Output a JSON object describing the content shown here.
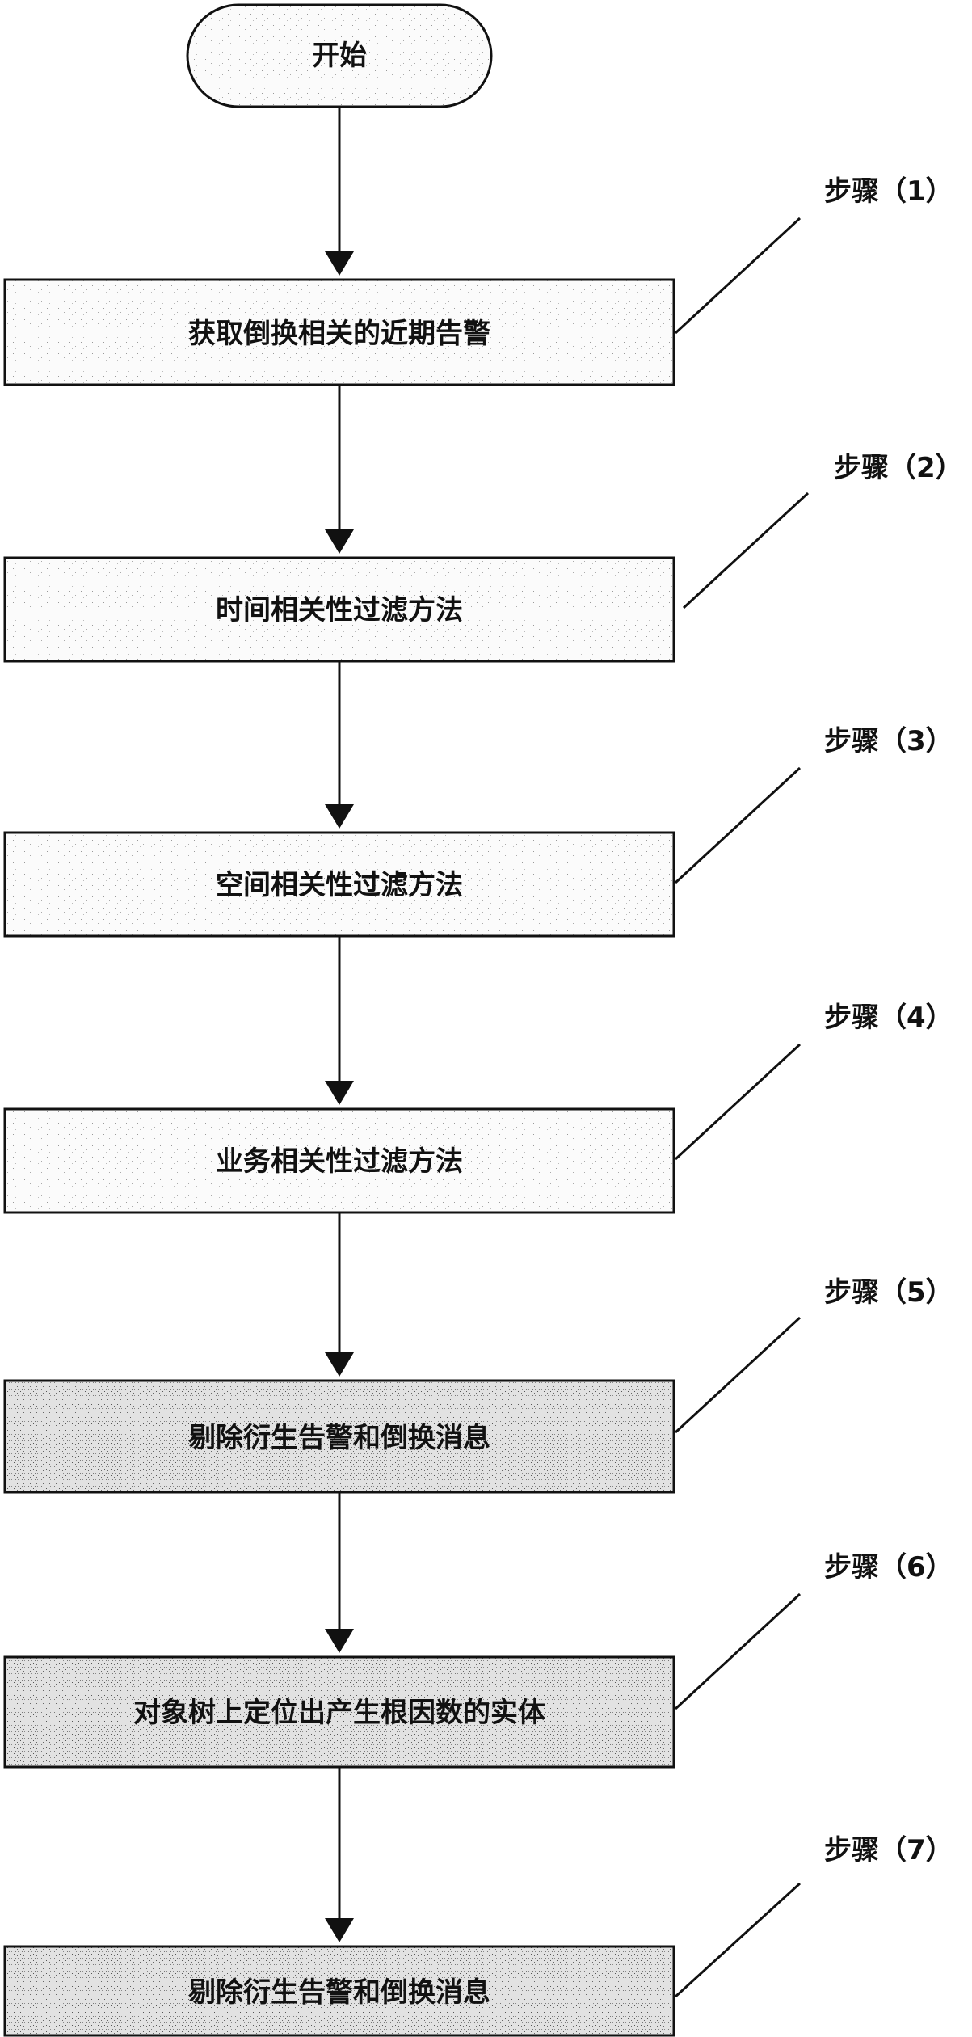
{
  "start": {
    "label": "开始"
  },
  "steps": [
    {
      "label": "获取倒换相关的近期告警",
      "tag": "步骤（1）"
    },
    {
      "label": "时间相关性过滤方法",
      "tag": "步骤（2）"
    },
    {
      "label": "空间相关性过滤方法",
      "tag": "步骤（3）"
    },
    {
      "label": "业务相关性过滤方法",
      "tag": "步骤（4）"
    },
    {
      "label": "剔除衍生告警和倒换消息",
      "tag": "步骤（5）"
    },
    {
      "label": "对象树上定位出产生根因数的实体",
      "tag": "步骤（6）"
    },
    {
      "label": "剔除衍生告警和倒换消息",
      "tag": "步骤（7）"
    }
  ],
  "colors": {
    "stroke": "#111111",
    "fill": "#ffffff",
    "noise_light": "#e8e8e8",
    "noise_dark": "#d4d4d4"
  }
}
